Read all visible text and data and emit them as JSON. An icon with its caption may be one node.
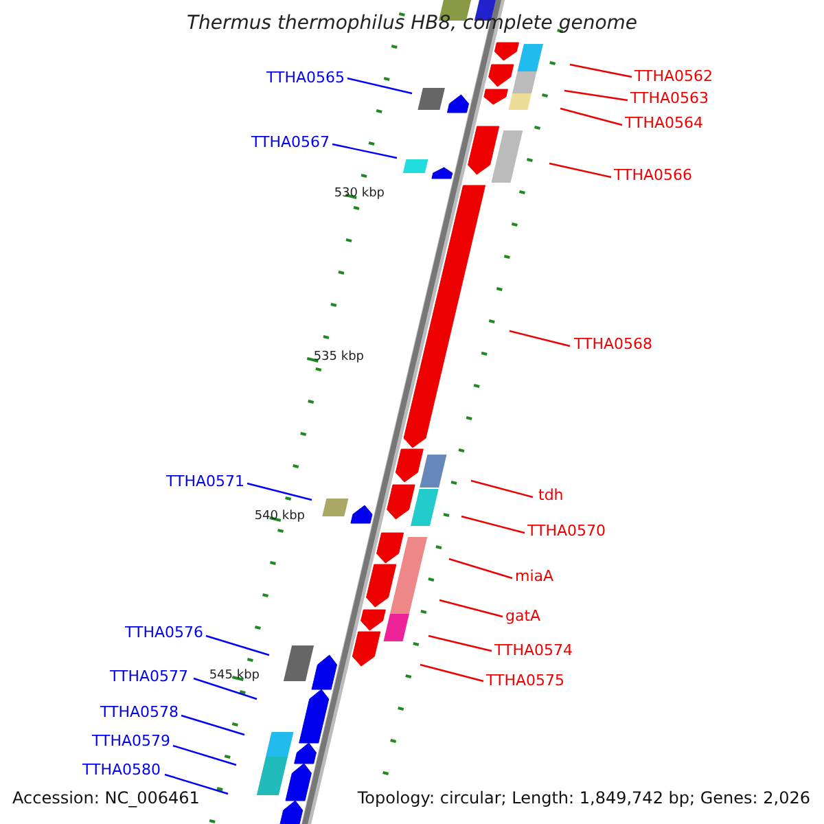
{
  "diagram": {
    "title": "Thermus thermophilus HB8, complete genome",
    "nodes": [
      {
        "text": [
          "TTHA0562"
        ]
      },
      {
        "text": [
          "TTHA0563"
        ]
      },
      {
        "text": [
          "TTHA0564"
        ]
      },
      {
        "text": [
          "TTHA0565"
        ]
      },
      {
        "text": [
          "TTHA0566"
        ]
      },
      {
        "text": [
          "TTHA0567"
        ]
      },
      {
        "text": [
          "TTHA0568"
        ]
      },
      {
        "text": [
          "TTHA0571"
        ]
      },
      {
        "text": [
          "tdh"
        ]
      },
      {
        "text": [
          "TTHA0570"
        ]
      },
      {
        "text": [
          "miaA"
        ]
      },
      {
        "text": [
          "gatA"
        ]
      },
      {
        "text": [
          "TTHA0574"
        ]
      },
      {
        "text": [
          "TTHA0575"
        ]
      },
      {
        "text": [
          "TTHA0576"
        ]
      },
      {
        "text": [
          "TTHA0577"
        ]
      },
      {
        "text": [
          "TTHA0578"
        ]
      },
      {
        "text": [
          "TTHA0579"
        ]
      },
      {
        "text": [
          "TTHA0580"
        ]
      }
    ],
    "edges": [
      {
        "from": 0,
        "to": null,
        "arrow": "none"
      },
      {
        "from": 1,
        "to": null,
        "arrow": "none"
      },
      {
        "from": 2,
        "to": null,
        "arrow": "none"
      },
      {
        "from": 3,
        "to": null,
        "arrow": "none",
        "color": "#0000ff"
      },
      {
        "from": 4,
        "to": null,
        "arrow": "none"
      },
      {
        "from": 5,
        "to": null,
        "arrow": "none",
        "color": "#0000ff"
      },
      {
        "from": 6,
        "to": null,
        "arrow": "none"
      },
      {
        "from": 7,
        "to": null,
        "arrow": "none",
        "color": "#0000ff"
      },
      {
        "from": 8,
        "to": null,
        "arrow": "none"
      },
      {
        "from": 9,
        "to": null,
        "arrow": "none"
      },
      {
        "from": 10,
        "to": null,
        "arrow": "none"
      },
      {
        "from": 11,
        "to": null,
        "arrow": "none"
      },
      {
        "from": 12,
        "to": null,
        "arrow": "none"
      },
      {
        "from": 13,
        "to": null,
        "arrow": "none"
      },
      {
        "from": 14,
        "to": null,
        "arrow": "none",
        "color": "#0000ff"
      },
      {
        "from": 15,
        "to": null,
        "arrow": "none",
        "color": "#0000ff"
      },
      {
        "from": 16,
        "to": null,
        "arrow": "none",
        "color": "#0000ff"
      },
      {
        "from": 17,
        "to": null,
        "arrow": "none",
        "color": "#0000ff"
      },
      {
        "from": 18,
        "to": null,
        "arrow": "none",
        "color": "#0000ff"
      }
    ],
    "labels": [
      "530 kbp",
      "535 kbp",
      "540 kbp",
      "545 kbp",
      "Accession: NC_006461",
      "Topology: circular; Length: 1,849,742 bp; Genes: 2,026"
    ]
  }
}
